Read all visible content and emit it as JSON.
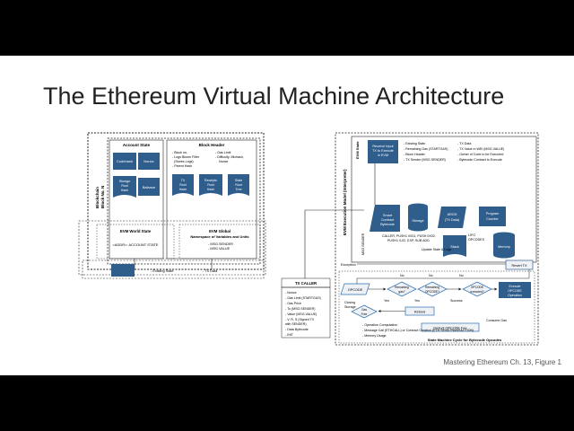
{
  "slide": {
    "title": "The Ethereum Virtual Machine Architecture",
    "caption": "Mastering Ethereum Ch. 13, Figure 1"
  },
  "left": {
    "blockchain": "Blockchain",
    "block_no": "Block No. N",
    "account_state": "Account State",
    "block_header": "Block Header",
    "codehash": "Codehash",
    "nonce": "Nonce",
    "storage_root_hash": [
      "Storage",
      "Root",
      "Hash"
    ],
    "balance": "Balance",
    "header_list1": [
      "- Block no.",
      "- Logs Bloom Filter",
      "(Stores Logs)",
      "- Parent Hash"
    ],
    "header_list2": [
      "- Gas Limit",
      "- Difficulty, Mixhash,",
      "Nonce"
    ],
    "tx_root_hash": [
      "TX",
      "Root",
      "Hash"
    ],
    "receipts_root_hash": [
      "Receipts",
      "Root",
      "Hash"
    ],
    "state_root_tree": [
      "State",
      "Root",
      "Tree"
    ],
    "evm_world_state": "EVM World State",
    "account_state_line": "<ADDR>: ACCOUNT STATE",
    "evm_global": [
      "EVM Global",
      "Namespace of Variables and Units"
    ],
    "msg_sender": "- MSG.SENDER",
    "msg_value": "- MSG.VALUE",
    "existing_state": "- Existing State",
    "tx_data": "- TX Data"
  },
  "right": {
    "evm_exec_model": "EVM Execution Model (Interpreter)",
    "evm_state": "EVM State",
    "receive_input": [
      "Receive Input",
      "TX to Execute",
      "in EVM"
    ],
    "list1": [
      "- Existing State",
      "- Remaining Gas (STARTGAS)",
      "- Block Header",
      "- TX Sender (MSG.SENDER)"
    ],
    "list2": [
      "- TX Data",
      "- TX Value in WEI (MSG.VALUE)",
      "- Owner of Code to be Executed",
      "- Bytecode Contract to Execute"
    ],
    "msg_sender": "MSG.SENDER",
    "smart_contract": [
      "Smart",
      "Contract",
      "Bytecode"
    ],
    "storage": "Storage",
    "args": [
      "ARGS",
      "(TX Data)"
    ],
    "program_counter": [
      "Program",
      "Counter"
    ],
    "lifo": [
      "LIFO",
      "OPCODES"
    ],
    "stack": "Stack",
    "memory": "Memory",
    "opcode_examples": [
      "CALLER, PUSH1 0X01, PUSH 0X02,",
      "PUSH1 0-02, EXP, SUB ADD"
    ],
    "update_state": "Update State & Logs",
    "exception": "Exception",
    "revert": "Revert TX",
    "tx_caller": "TX CALLER",
    "caller_list": [
      "- Nonce",
      "- Gas Limit (STARTGAS)",
      "- Gas Price",
      "- To (MSG.SENDER)",
      "- Value (MSG.VALUE)",
      "- V, R, S (Signed TX",
      "  with SENDER)",
      "- Data Bytecode",
      "- INIT"
    ],
    "no1": "No",
    "no2": "No",
    "no3": "No",
    "opcode": "OPCODE",
    "remaining_gas": [
      "Remaining",
      "gas?"
    ],
    "remaining_opcode": [
      "Remaining",
      "OPCODE?"
    ],
    "opcode_executed": [
      "OPCODE",
      "executed?"
    ],
    "execute_opcode": [
      "Execute",
      "OPCODE",
      "Operation"
    ],
    "yes1": "Yes",
    "yes2": "Yes",
    "success": "Success",
    "closing_storage": [
      "Closing",
      "Storage"
    ],
    "gas_free": [
      "Gas",
      "Free"
    ],
    "refund": "Refund",
    "deduct": "Deduct OPCODE Fee",
    "consume_gas": "Consume Gas",
    "bottom_list": [
      "- Operation Computation",
      "- Message Call (ETHCALL) or Contract Creation (ETH SENDTRANSACTION)",
      "- Memory Usage"
    ],
    "state_machine": "State Machine Cycle for Bytecode Opcodes"
  },
  "colors": {
    "box_blue": "#2f5d8c",
    "accent_blue": "#2a6fb0",
    "light_fill": "#eef1f5"
  }
}
